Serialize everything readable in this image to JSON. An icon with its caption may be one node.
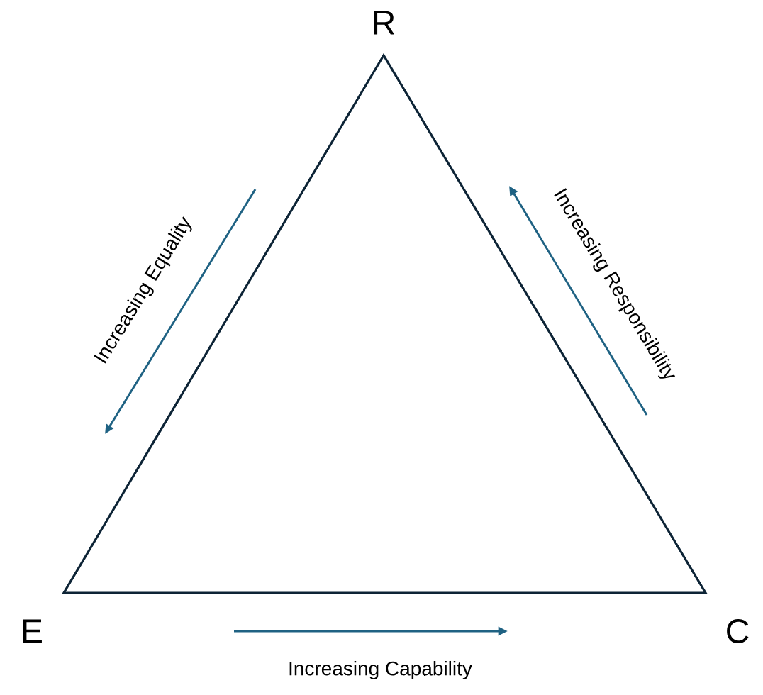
{
  "diagram": {
    "labels": [
      "R",
      "Increasing Equality",
      "Increasing Responsibility",
      "E",
      "C",
      "Increasing Capability"
    ]
  }
}
